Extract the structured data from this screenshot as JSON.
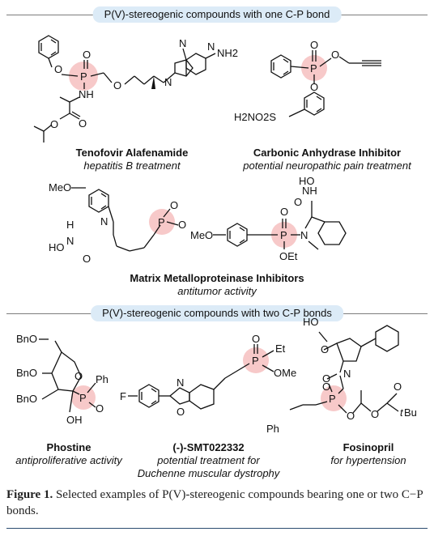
{
  "headers": {
    "one_bond": "P(V)-stereogenic compounds with one C-P bond",
    "two_bonds": "P(V)-stereogenic compounds with two C-P bonds"
  },
  "compounds": [
    {
      "name": "Tenofovir Alafenamide",
      "note": "hepatitis B treatment"
    },
    {
      "name": "Carbonic Anhydrase Inhibitor",
      "note": "potential neuropathic pain treatment"
    },
    {
      "name": "Matrix Metalloproteinase Inhibitors",
      "note": "antitumor activity"
    },
    {
      "name": "Phostine",
      "note": "antiproliferative activity"
    },
    {
      "name": "(-)-SMT022332",
      "note": "potential treatment for",
      "note2": "Duchenne muscular dystrophy"
    },
    {
      "name": "Fosinopril",
      "note": "for hypertension"
    }
  ],
  "atoms": {
    "P": "P",
    "O": "O",
    "N": "N",
    "H": "H",
    "NH": "NH",
    "NH2": "NH2",
    "OEt": "OEt",
    "OMe": "OMe",
    "MeO": "MeO",
    "Et": "Et",
    "Ph": "Ph",
    "F": "F",
    "BnO": "BnO",
    "OH": "OH",
    "HO": "HO",
    "tBu": "Bu",
    "t": "t",
    "H2NO2S": "H2NO2S"
  },
  "caption": {
    "label": "Figure 1.",
    "text": " Selected examples of P(V)-stereogenic compounds bearing one or two C−P bonds."
  },
  "colors": {
    "highlight": "#f7c9c9",
    "header_pill": "#dcebf7",
    "bottom_rule": "#2b4b6f"
  }
}
